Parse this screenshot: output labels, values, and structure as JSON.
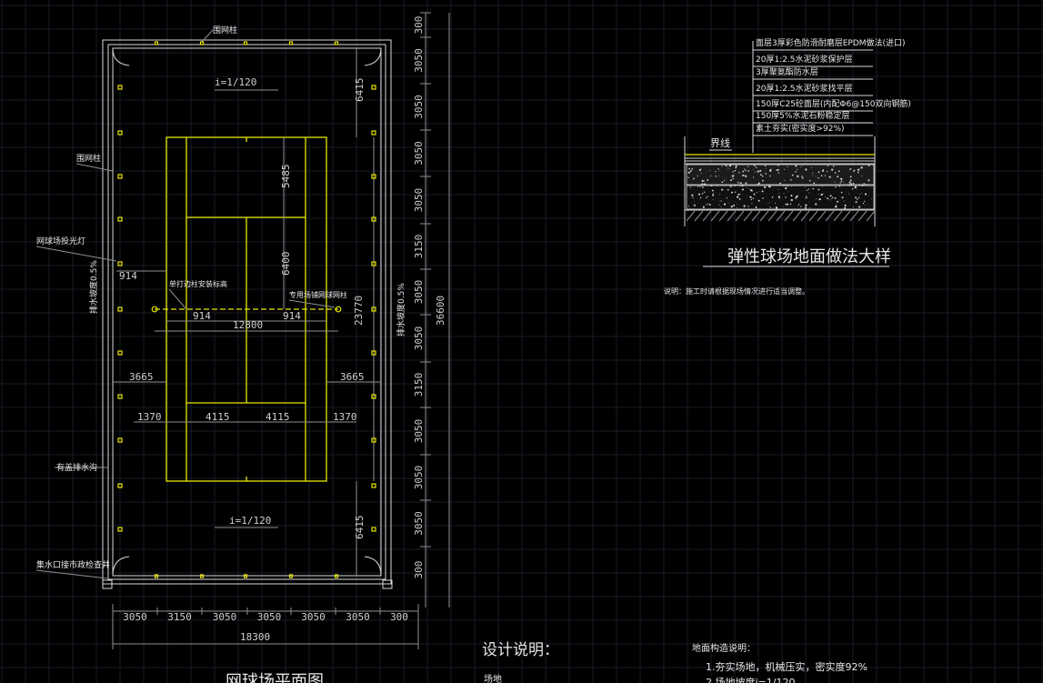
{
  "plan": {
    "label_fence_post": "围网柱",
    "label_fence_post_2": "围网柱",
    "label_light": "网球场投光灯",
    "label_drain": "有盖排水沟",
    "label_sump": "集水口接市政检查井",
    "label_net_post": "单打边柱安装标高",
    "label_net_post_2": "专用场铺网球网柱",
    "label_slope_left": "排水坡度0.5%",
    "label_slope_right": "排水坡度0.5%",
    "slope_top": "i=1/120",
    "slope_bottom": "i=1/120",
    "dims": {
      "d6415_top": "6415",
      "d5485": "5485",
      "d6400": "6400",
      "d914_a": "914",
      "d914_b": "914",
      "d914_c": "914",
      "d12800": "12800",
      "d23770": "23770",
      "d3665_l": "3665",
      "d3665_r": "3665",
      "d1370_l": "1370",
      "d4115_l": "4115",
      "d4115_r": "4115",
      "d1370_r": "1370",
      "d6415_bot": "6415"
    },
    "bottom_dims": [
      "3050",
      "3150",
      "3050",
      "3050",
      "3050",
      "3050",
      "300"
    ],
    "bottom_total": "18300",
    "right_dims": [
      "300",
      "3050",
      "3050",
      "3050",
      "3050",
      "3150",
      "3050",
      "3050",
      "3150",
      "3050",
      "3050",
      "3050",
      "300"
    ],
    "right_total": "36600",
    "title_partial": "网球场平面图"
  },
  "section": {
    "layers": [
      "面层3厚彩色防滑耐磨层EPDM做法(进口)",
      "20厚1:2.5水泥砂浆保护层",
      "3厚聚氨酯防水层",
      "20厚1:2.5水泥砂浆找平层",
      "150厚C25砼面层(内配Φ6@150双向钢筋)",
      "150厚5%水泥石粉稳定层",
      "素土夯实(密实度>92%)"
    ],
    "tag": "界线",
    "title": "弹性球场地面做法大样",
    "note": "说明：施工时请根据现场情况进行适当调整。"
  },
  "notes": {
    "heading": "设计说明：",
    "first_item_partial": "场地",
    "right_heading": "地面构造说明：",
    "right_item_1": "1.夯实场地，机械压实，密实度92%",
    "right_item_2_partial": "2.场地坡度i=1/120"
  },
  "colors": {
    "background": "#000000",
    "court_line": "#e6e600",
    "drawing_line": "#d9d9d9"
  }
}
